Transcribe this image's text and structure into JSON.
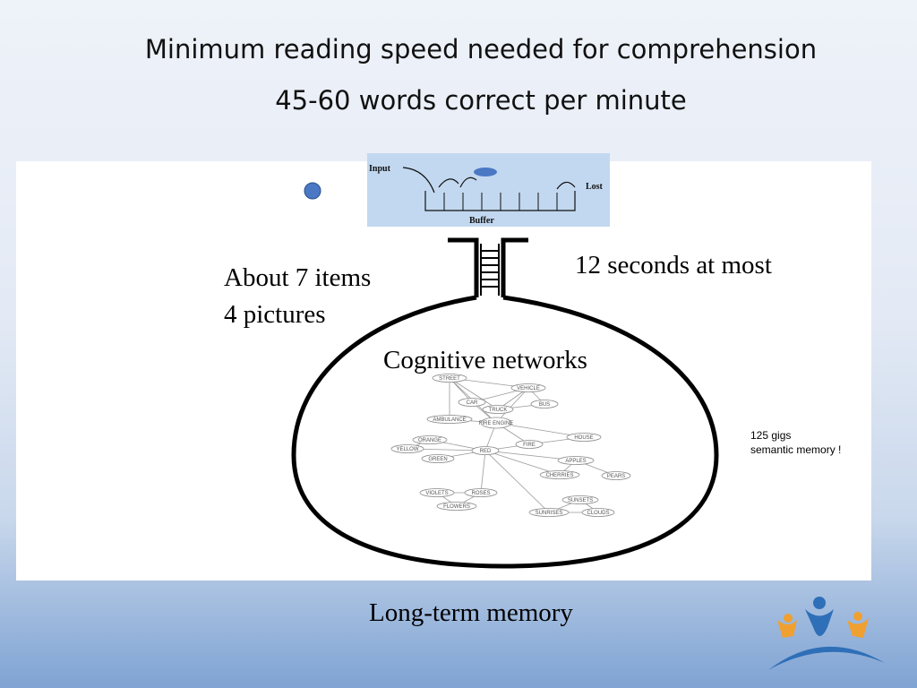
{
  "title_line1": "Minimum reading speed needed for comprehension",
  "title_line2": "45-60 words correct per minute",
  "buffer_diagram": {
    "input_label": "Input",
    "lost_label": "Lost",
    "buffer_label": "Buffer"
  },
  "labels": {
    "items_line1": "About 7 items",
    "items_line2": "4 pictures",
    "seconds": "12 seconds at most",
    "cognitive": "Cognitive networks",
    "gigs_line1": "125 gigs",
    "gigs_line2": "semantic memory !",
    "long_term": "Long-term memory"
  },
  "network_nodes": [
    "STREET",
    "VEHICLE",
    "CAR",
    "BUS",
    "TRUCK",
    "AMBULANCE",
    "FIRE ENGINE",
    "HOUSE",
    "ORANGE",
    "FIRE",
    "YELLOW",
    "RED",
    "GREEN",
    "APPLES",
    "CHERRIES",
    "PEARS",
    "VIOLETS",
    "ROSES",
    "SUNSETS",
    "FLOWERS",
    "SUNRISES",
    "CLOUDS"
  ],
  "colors": {
    "buffer_bg": "#c2d8f0",
    "dot": "#4a78c4",
    "logo_orange": "#f0a030",
    "logo_blue": "#2e6fb8"
  }
}
